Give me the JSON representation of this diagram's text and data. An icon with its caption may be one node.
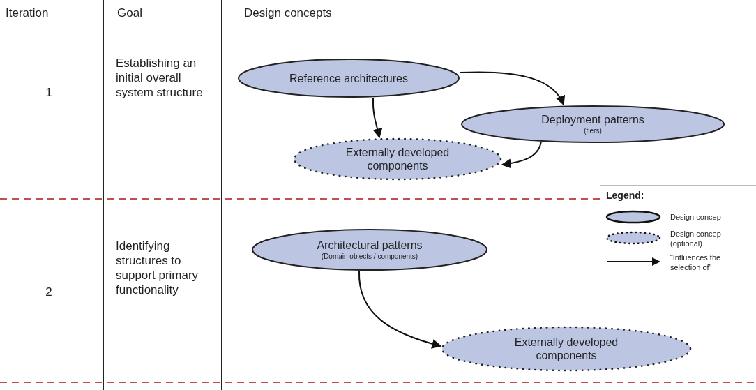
{
  "diagram": {
    "nodes": [
      {
        "text": [
          "Reference architectures"
        ]
      },
      {
        "text": [
          "Deployment patterns",
          "(tiers)"
        ]
      },
      {
        "text": [
          "Externally developed components"
        ]
      },
      {
        "text": [
          "Architectural patterns",
          "(Domain objects / components)"
        ]
      },
      {
        "text": [
          "Externally developed components"
        ]
      }
    ],
    "edges": [
      {
        "from": 0,
        "to": 1,
        "arrow": "to"
      },
      {
        "from": 0,
        "to": 2,
        "arrow": "to"
      },
      {
        "from": 1,
        "to": 2,
        "arrow": "to"
      },
      {
        "from": 3,
        "to": 4,
        "arrow": "to"
      }
    ],
    "labels": [
      "Iteration",
      "Goal",
      "Design concepts",
      "1",
      "Establishing an initial overall system structure",
      "2",
      "Identifying structures to support primary functionality",
      "Legend:"
    ],
    "legend": [
      {
        "text": "Design concep"
      },
      {
        "text": "Design concep (optional)"
      },
      {
        "text": "“Influences the selection of”"
      }
    ]
  }
}
